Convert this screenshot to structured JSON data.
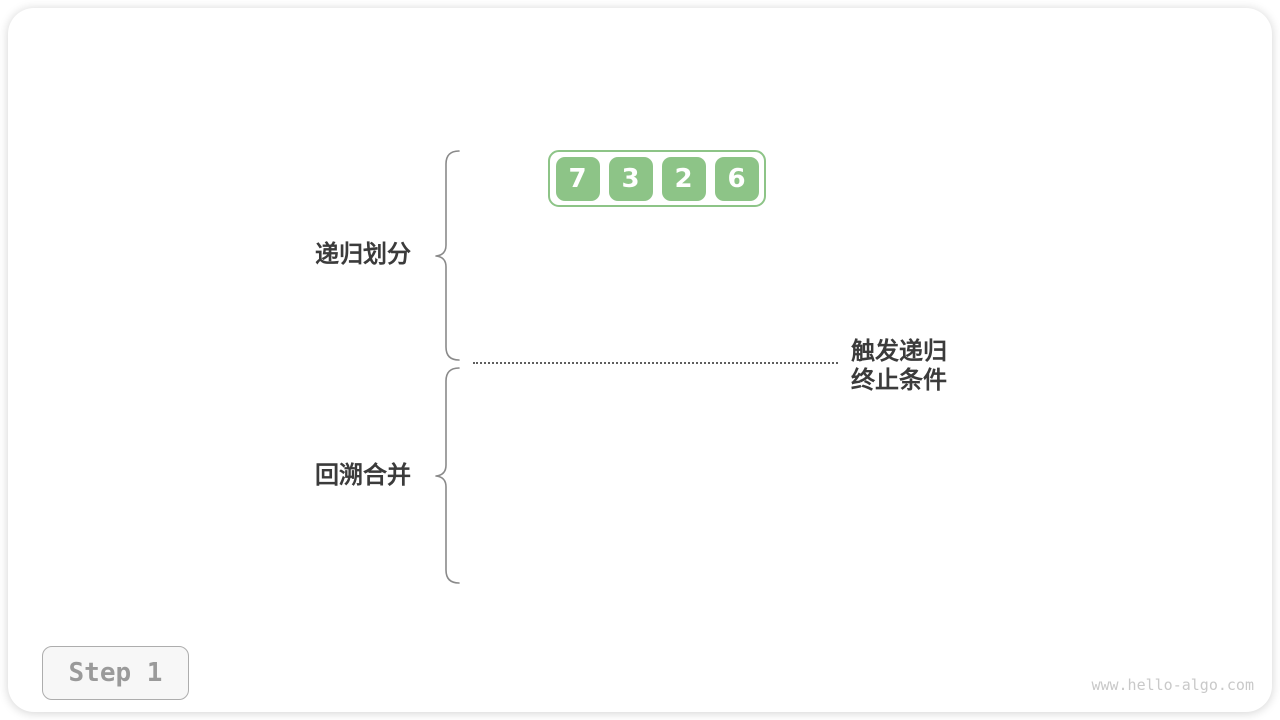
{
  "figure": {
    "array": {
      "values": [
        "7",
        "3",
        "2",
        "6"
      ]
    },
    "labels": {
      "phase_divide": "递归划分",
      "phase_merge": "回溯合并",
      "trigger_line1": "触发递归",
      "trigger_line2": "终止条件"
    },
    "step_badge": "Step 1",
    "watermark": "www.hello-algo.com",
    "colors": {
      "node_green": "#8DC487",
      "text_dark": "#3B3B3B",
      "brace_gray": "#8A8A8A",
      "dotted_line_gray": "#5F5F5F",
      "badge_text_gray": "#9A9A9A",
      "watermark_gray": "#C9C9C9"
    }
  }
}
